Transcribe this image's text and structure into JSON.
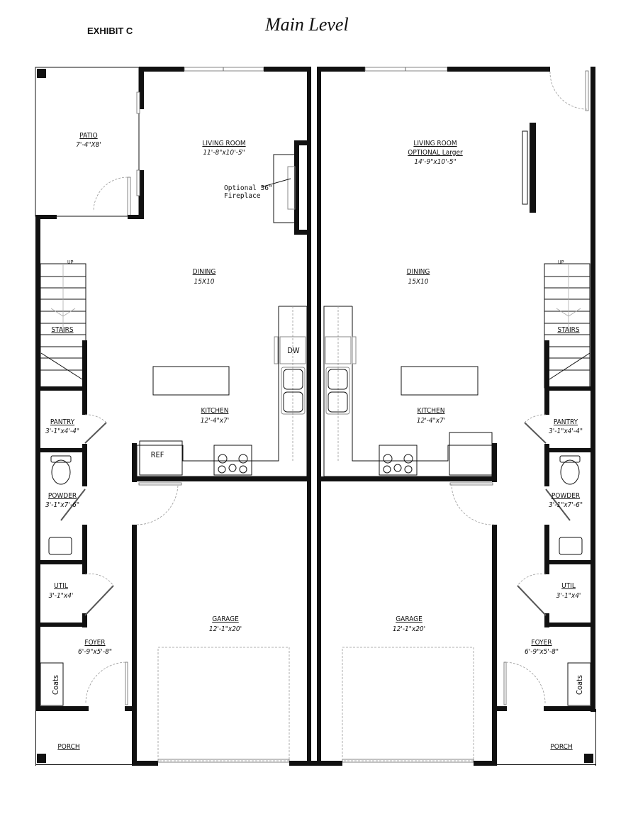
{
  "header": {
    "exhibit_label": "EXHIBIT C",
    "title": "Main Level"
  },
  "unit_left": {
    "patio": {
      "name": "PATIO",
      "dim": "7'-4\"X8'"
    },
    "living_room": {
      "name": "LIVING ROOM",
      "dim": "11'-8\"x10'-5\""
    },
    "fireplace_note": {
      "line1": "Optional 36\"",
      "line2": "Fireplace"
    },
    "dining": {
      "name": "DINING",
      "dim": "15X10"
    },
    "stairs": {
      "name": "STAIRS",
      "up": "UP"
    },
    "dishwasher": "DW",
    "kitchen": {
      "name": "KITCHEN",
      "dim": "12'-4\"x7'"
    },
    "refrigerator": "REF",
    "pantry": {
      "name": "PANTRY",
      "dim": "3'-1\"x4'-4\""
    },
    "powder": {
      "name": "POWDER",
      "dim": "3'-1\"x7'-6\""
    },
    "util": {
      "name": "UTIL",
      "dim": "3'-1\"x4'"
    },
    "garage": {
      "name": "GARAGE",
      "dim": "12'-1\"x20'"
    },
    "foyer": {
      "name": "FOYER",
      "dim": "6'-9\"x5'-8\""
    },
    "coats": "Coats",
    "porch": {
      "name": "PORCH"
    }
  },
  "unit_right": {
    "living_room": {
      "name": "LIVING ROOM",
      "option": "OPTIONAL Larger",
      "dim": "14'-9\"x10'-5\""
    },
    "dining": {
      "name": "DINING",
      "dim": "15X10"
    },
    "stairs": {
      "name": "STAIRS",
      "up": "UP"
    },
    "kitchen": {
      "name": "KITCHEN",
      "dim": "12'-4\"x7'"
    },
    "pantry": {
      "name": "PANTRY",
      "dim": "3'-1\"x4'-4\""
    },
    "powder": {
      "name": "POWDER",
      "dim": "3'-1\"x7'-6\""
    },
    "util": {
      "name": "UTIL",
      "dim": "3'-1\"x4'"
    },
    "garage": {
      "name": "GARAGE",
      "dim": "12'-1\"x20'"
    },
    "foyer": {
      "name": "FOYER",
      "dim": "6'-9\"x5'-8\""
    },
    "coats": "Coats",
    "porch": {
      "name": "PORCH"
    }
  }
}
